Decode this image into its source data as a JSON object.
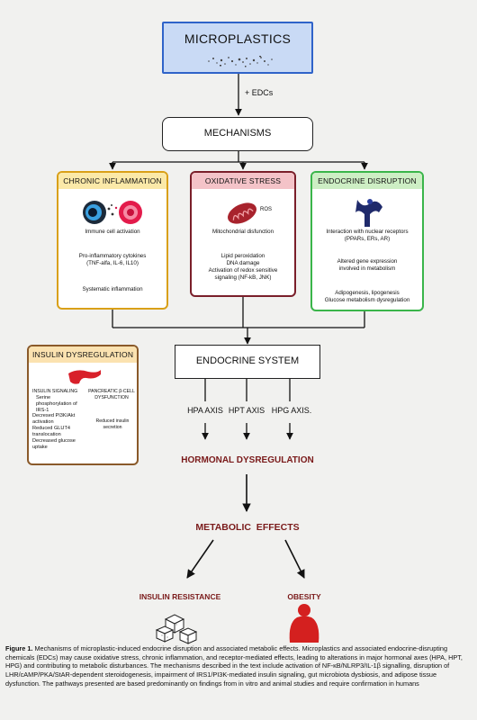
{
  "top": {
    "title": "MICROPLASTICS",
    "edc_label": "+ EDCs"
  },
  "mechanisms": {
    "title": "MECHANISMS"
  },
  "chronic": {
    "title": "CHRONIC INFLAMMATION",
    "step1": "Immune cell activation",
    "step2a": "Pro-inflammatory cytokines",
    "step2b": "(TNF-alfa, IL-6, IL10)",
    "step3": "Systematic inflammation"
  },
  "oxidative": {
    "title": "OXIDATIVE STRESS",
    "ros": "ROS",
    "step1": "Mitochondrial disfunction",
    "step2a": "Lipid peroxidation",
    "step2b": "DNA damage",
    "step2c": "Activation of redox sensitive",
    "step2d": "signaling (NF-kB, JNK)"
  },
  "endocrine_disruption": {
    "title": "ENDOCRINE DISRUPTION",
    "step1a": "Interaction with nuclear receptors",
    "step1b": "(PPARs, ERs, AR)",
    "step2a": "Altered gene expression",
    "step2b": "involved in metabolism",
    "step3a": "Adipogenesis, lipogenesis",
    "step3b": "Glucose metabolism dysregulation"
  },
  "insulin": {
    "title": "INSULIN DYSREGULATION",
    "signaling_title": "INSULIN SIGNALING",
    "items": [
      "Serine phosphorylation of IRS-1",
      "Decresed PI3K/Akt activation",
      "Reduced GLUT4 translocation",
      "Decreased glucose uptake"
    ],
    "pancreatic_title": "PANCREATIC β-CELL DYSFUNCTION",
    "pancreatic_result": "Reduced insulin secretion"
  },
  "endocrine_system": {
    "title": "ENDOCRINE SYSTEM"
  },
  "axes": [
    "HPA AXIS",
    "HPT AXIS",
    "HPG AXIS."
  ],
  "hormonal": {
    "title": "HORMONAL DYSREGULATION"
  },
  "metabolic": {
    "title": "METABOLIC  EFFECTS"
  },
  "outcomes": {
    "left": "INSULIN RESISTANCE",
    "right": "OBESITY"
  },
  "caption": {
    "label": "Figure 1.",
    "text": " Mechanisms of microplastic-induced endocrine disruption and associated metabolic effects. Microplastics and associated endocrine-disrupting chemicals (EDCs) may cause oxidative stress, chronic inflammation, and receptor-mediated effects, leading to alterations in major hormonal axes (HPA, HPT, HPG) and contributing to metabolic disturbances. The mechanisms described in the text include activation of NF-κB/NLRP3/IL-1β signalling, disruption of LHR/cAMP/PKA/StAR-dependent steroidogenesis, impairment of IRS1/PI3K-mediated insulin signaling, gut microbiota dysbiosis, and adipose tissue dysfunction. The pathways presented are based predominantly on findings from in vitro and animal studies and require confirmation in humans"
  },
  "colors": {
    "microplastics_fill": "#c9daf5",
    "microplastics_border": "#2f63c9",
    "inflammation_border": "#d9a018",
    "inflammation_header": "#fbe9a8",
    "oxidative_border": "#7a1f2a",
    "oxidative_header": "#f4c3c8",
    "endocrine_border": "#3ab54a",
    "endocrine_header": "#cdeec4",
    "insulin_border": "#8a5a2a",
    "insulin_header": "#fbe2b0",
    "dark_red_text": "#7a1a1a"
  }
}
